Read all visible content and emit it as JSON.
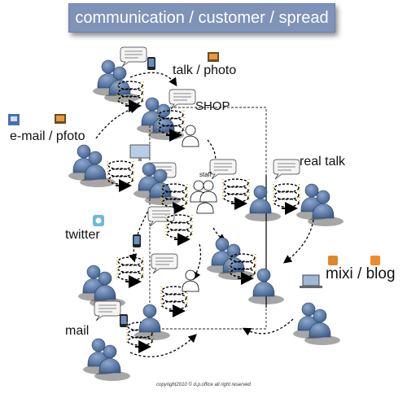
{
  "title": "communication / customer / spread",
  "labels": {
    "talk_photo": "talk / photo",
    "shop": "SHOP",
    "email_photo": "e-mail / pfoto",
    "real_talk": "real talk",
    "staff": "staff",
    "twitter": "twitter",
    "mixi_blog": "mixi / blog",
    "mail": "mail"
  },
  "copyright": "copyright2010 © d.p.office all right reserved",
  "colors": {
    "banner": "#7f93b8",
    "person": "#4a6a9a",
    "staff": "#ffffff",
    "arrow": "#000000"
  },
  "icons": [
    "phone-icon",
    "camera-icon",
    "email-app-icon",
    "monitor-icon",
    "twitter-bird-icon",
    "laptop-icon",
    "mixi-icon",
    "blog-icon"
  ]
}
